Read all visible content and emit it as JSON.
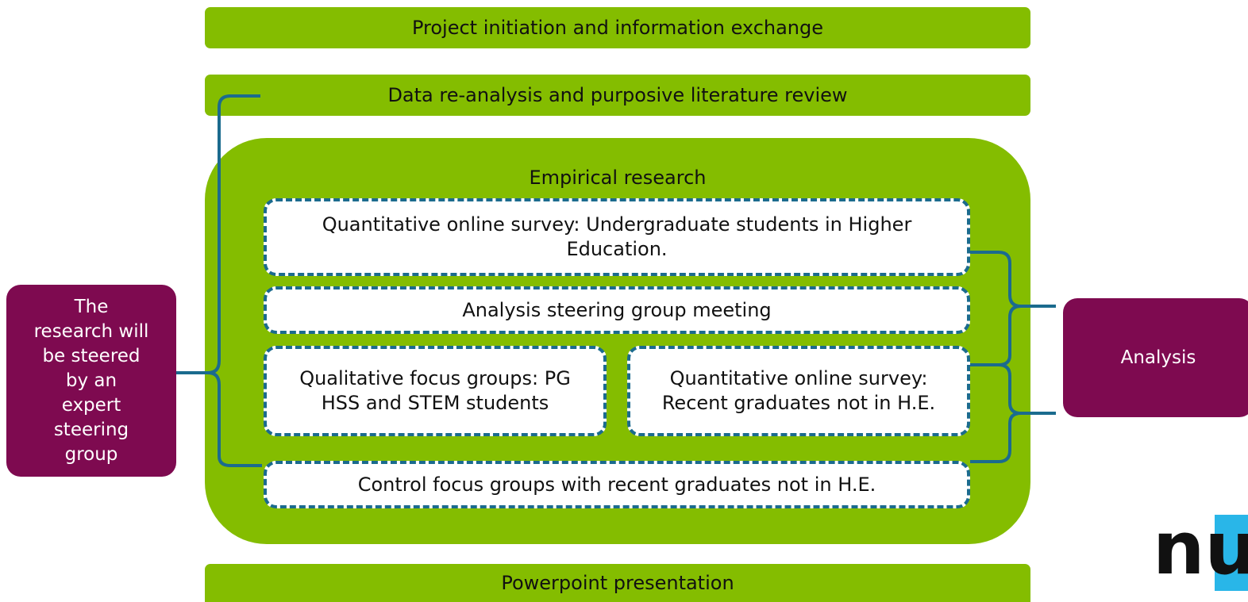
{
  "stages": {
    "initiation": "Project initiation and information exchange",
    "reanalysis": "Data re-analysis and purposive literature review",
    "presentation": "Powerpoint presentation"
  },
  "empirical": {
    "title": "Empirical research",
    "survey_undergrad": "Quantitative online survey: Undergraduate students in Higher Education.",
    "steering_meeting": "Analysis steering group meeting",
    "focus_groups": "Qualitative focus groups: PG HSS and STEM students",
    "survey_graduates": "Quantitative online survey: Recent graduates not in H.E.",
    "control_groups": "Control focus groups with recent graduates not in H.E."
  },
  "side": {
    "steering": "The research will be steered by an expert steering group",
    "analysis": "Analysis"
  },
  "logo": {
    "text": "nus"
  },
  "colors": {
    "green": "#84bd00",
    "maroon": "#7e0a50",
    "dashed_border": "#1b6b8e",
    "logo_blue": "#29b6e8"
  }
}
